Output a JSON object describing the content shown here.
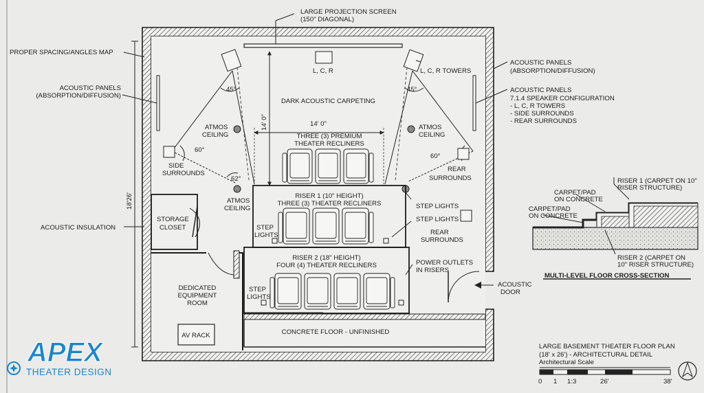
{
  "labels": {
    "screen_line1": "LARGE PROJECTION SCREEN",
    "screen_line2": "(150\" DIAGONAL)",
    "spacing_map": "PROPER SPACING/ANGLES MAP",
    "panels_left_1": "ACOUSTIC PANELS",
    "panels_left_2": "(ABSORPTION/DIFFUSION)",
    "panels_right_a1": "ACOUSTIC PANELS",
    "panels_right_a2": "(ABSORPTION/DIFFUSION)",
    "panels_right_b": "ACOUSTIC PANELS",
    "speaker_config": "7.1.4 SPEAKER CONFIGURATION",
    "speaker_items": [
      "-    L, C, R TOWERS",
      "-    SIDE SURROUNDS",
      "-    REAR SURROUNDS"
    ],
    "lcr_center": "L, C, R",
    "lcr_towers": "L, C, R TOWERS",
    "carpet": "DARK ACOUSTIC CARPETING",
    "dim_width": "14' 0\"",
    "dim_depth": "14' 0\"",
    "dim_overall": "18'26'",
    "angle_45_left": "45°",
    "angle_45_right": "45°",
    "angle_60_left": "60°",
    "angle_60_right": "60°",
    "angle_62": "62°",
    "atmos_tl_1": "ATMOS",
    "atmos_tl_2": "CEILING",
    "atmos_tr_1": "ATMOS",
    "atmos_tr_2": "CEILING",
    "atmos_bl_1": "ATMOS",
    "atmos_bl_2": "CEILING",
    "row1_1": "THREE (3) PREMIUM",
    "row1_2": "THEATER RECLINERS",
    "side_surr_1": "SIDE",
    "side_surr_2": "SURROUNDS",
    "rear_surr_a1": "REAR",
    "rear_surr_a2": "SURROUNDS",
    "rear_surr_b1": "REAR",
    "rear_surr_b2": "SURROUNDS",
    "riser1_1": "RISER 1 (10\" HEIGHT)",
    "riser1_2": "THREE (3) THEATER RECLINERS",
    "step_lights_r1a": "STEP LIGHTS",
    "step_lights_r1b": "STEP LIGHTS",
    "step_lights_l1_1": "STEP",
    "step_lights_l1_2": "LIGHTS",
    "step_lights_l2_1": "STEP",
    "step_lights_l2_2": "LIGHTS",
    "storage_1": "STORAGE",
    "storage_2": "CLOSET",
    "acoustic_insulation": "ACOUSTIC INSULATION",
    "riser2_1": "RISER 2 (18\" HEIGHT)",
    "riser2_2": "FOUR (4) THEATER RECLINERS",
    "power_1": "POWER OUTLETS",
    "power_2": "IN RISERS",
    "door_1": "ACOUSTIC",
    "door_2": "DOOR",
    "equip_1": "DEDICATED",
    "equip_2": "EQUIPMENT",
    "equip_3": "ROOM",
    "av_rack": "AV RACK",
    "concrete_floor": "CONCRETE FLOOR - UNFINISHED"
  },
  "cross_section": {
    "riser1": "RISER 1 (CARPET ON 10\"",
    "riser1b": "RISER STRUCTURE)",
    "carpet_a1": "CARPET/PAD",
    "carpet_a2": "ON CONCRETE",
    "carpet_b1": "CARPET/PAD",
    "carpet_b2": "ON CONCRETE",
    "riser2": "RISER 2 (CARPET ON",
    "riser2b": "10\" RISER STRUCTURE)",
    "title": "MULTI-LEVEL FLOOR CROSS-SECTION"
  },
  "title_block": {
    "title1": "LARGE BASEMENT THEATER FLOOR PLAN",
    "title2": "(18' x 26') - ARCHITECTURAL DETAIL",
    "scale_label": "Architectural Scale",
    "ticks": [
      "0",
      "1",
      "1:3",
      "26'",
      "38'"
    ]
  },
  "logo": {
    "name": "APEX",
    "sub": "THEATER DESIGN",
    "color": "#1d86c6"
  }
}
